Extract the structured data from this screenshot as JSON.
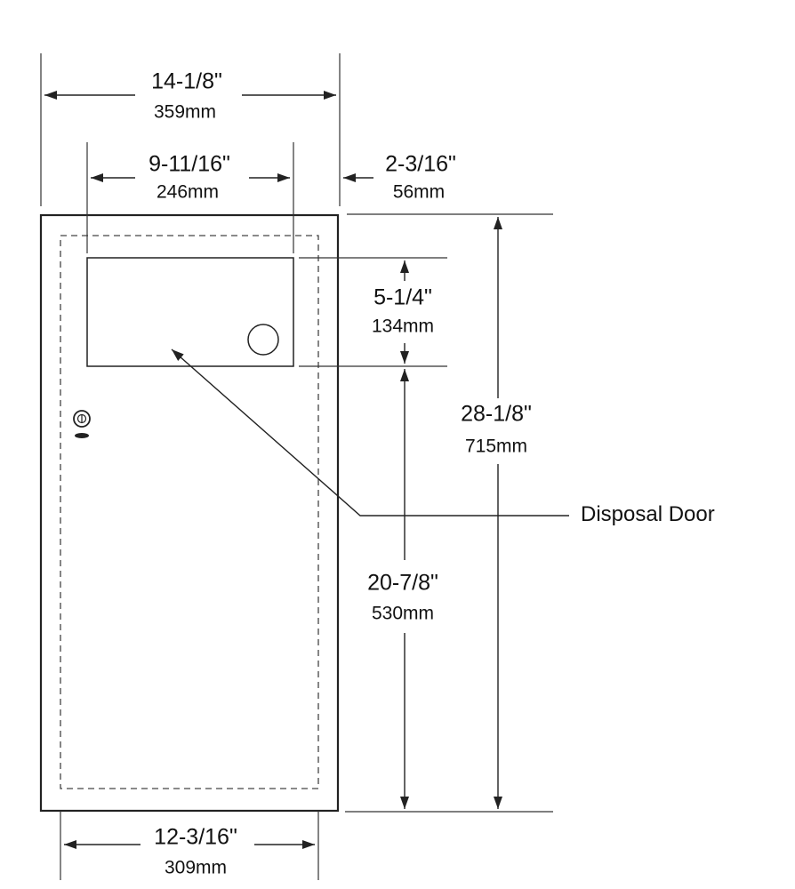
{
  "dimensions": {
    "overall_width": {
      "imperial": "14-1/8\"",
      "metric": "359mm"
    },
    "door_width": {
      "imperial": "9-11/16\"",
      "metric": "246mm"
    },
    "depth": {
      "imperial": "2-3/16\"",
      "metric": "56mm"
    },
    "door_height": {
      "imperial": "5-1/4\"",
      "metric": "134mm"
    },
    "overall_height": {
      "imperial": "28-1/8\"",
      "metric": "715mm"
    },
    "lower_height": {
      "imperial": "20-7/8\"",
      "metric": "530mm"
    },
    "rough_width": {
      "imperial": "12-3/16\"",
      "metric": "309mm"
    }
  },
  "callout": {
    "label": "Disposal Door"
  },
  "colors": {
    "line": "#222222",
    "text": "#111111"
  }
}
